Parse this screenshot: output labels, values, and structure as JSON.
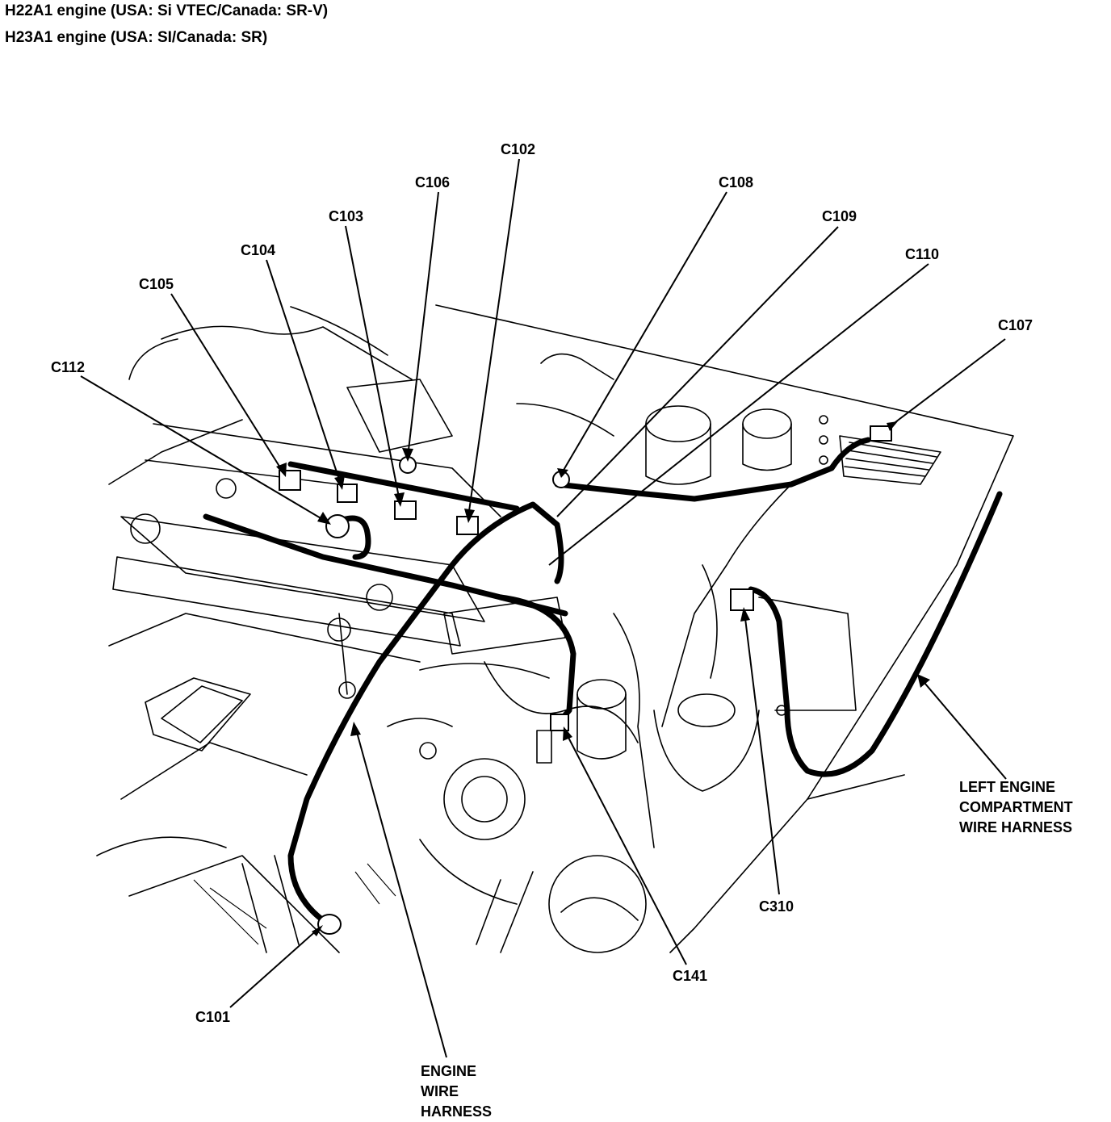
{
  "header": {
    "line1": "H22A1 engine (USA: Si VTEC/Canada: SR-V)",
    "line2": "H23A1 engine (USA: SI/Canada: SR)"
  },
  "labels": {
    "c102": "C102",
    "c106": "C106",
    "c108": "C108",
    "c103": "C103",
    "c109": "C109",
    "c104": "C104",
    "c110": "C110",
    "c105": "C105",
    "c107": "C107",
    "c112": "C112",
    "c101": "C101",
    "c141": "C141",
    "c310": "C310",
    "left_harness": [
      "LEFT ENGINE",
      "COMPARTMENT",
      "WIRE HARNESS"
    ],
    "engine_harness": [
      "ENGINE",
      "WIRE",
      "HARNESS"
    ]
  }
}
